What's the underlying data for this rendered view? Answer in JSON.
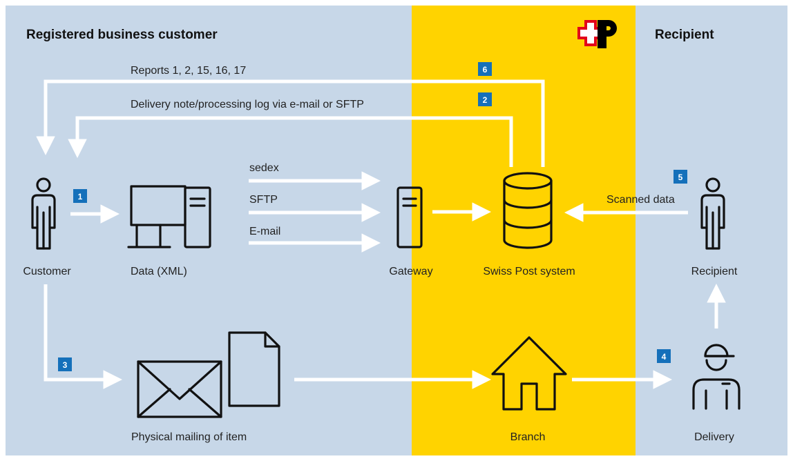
{
  "colors": {
    "panel_blue": "#c7d7e8",
    "post_yellow": "#ffd300",
    "badge_blue": "#1570ba",
    "logo_red": "#e2001a",
    "arrow": "#ffffff",
    "icon": "#111111"
  },
  "headings": {
    "left": "Registered business customer",
    "right": "Recipient"
  },
  "logo": {
    "icon": "swiss-post-logo"
  },
  "feedback_flows": [
    {
      "label": "Reports 1, 2, 15, 16, 17",
      "step": "6"
    },
    {
      "label": "Delivery note/processing log via e-mail or SFTP",
      "step": "2"
    }
  ],
  "channels": [
    "sedex",
    "SFTP",
    "E-mail"
  ],
  "steps": {
    "data_upload": "1",
    "physical_mailing": "3",
    "delivery": "4",
    "scan": "5"
  },
  "nodes": {
    "customer": {
      "label": "Customer",
      "icon": "person-icon"
    },
    "data": {
      "label": "Data (XML)",
      "icon": "computer-icon"
    },
    "gateway": {
      "label": "Gateway",
      "icon": "server-icon"
    },
    "system": {
      "label": "Swiss Post system",
      "icon": "database-icon"
    },
    "recipient": {
      "label": "Recipient",
      "icon": "person-icon"
    },
    "mailing": {
      "label": "Physical mailing of item",
      "icon": "envelope-document-icon"
    },
    "branch": {
      "label": "Branch",
      "icon": "house-icon"
    },
    "delivery": {
      "label": "Delivery",
      "icon": "postman-icon"
    }
  },
  "scanned_label": "Scanned data"
}
